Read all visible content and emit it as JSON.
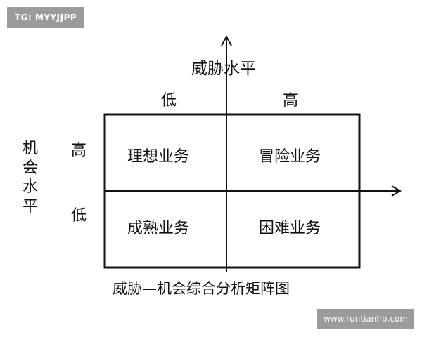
{
  "watermark_top": "TG: MYYJJPP",
  "watermark_bottom": "www.runtianhb.com",
  "y_axis_title": "威胁水平",
  "x_axis_title": [
    "机",
    "会",
    "水",
    "平"
  ],
  "threat_levels": {
    "low": "低",
    "high": "高"
  },
  "opportunity_levels": {
    "high": "高",
    "low": "低"
  },
  "quadrants": {
    "top_left": "理想业务",
    "top_right": "冒险业务",
    "bottom_left": "成熟业务",
    "bottom_right": "困难业务"
  },
  "caption": "威胁—机会综合分析矩阵图"
}
